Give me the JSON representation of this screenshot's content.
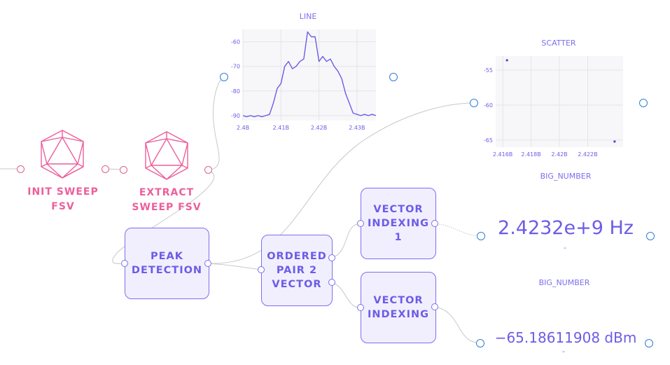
{
  "nodes": {
    "init_sweep": {
      "label": "INIT SWEEP\nFSV"
    },
    "extract_sweep": {
      "label": "EXTRACT\nSWEEP FSV"
    },
    "peak_detection": {
      "label": "PEAK\nDETECTION"
    },
    "ordered_pair": {
      "label": "ORDERED\nPAIR 2\nVECTOR"
    },
    "vector_indexing_1": {
      "label": "VECTOR\nINDEXING\n1"
    },
    "vector_indexing": {
      "label": "VECTOR\nINDEXING"
    }
  },
  "widgets": {
    "big_number_1": {
      "title": "BIG_NUMBER",
      "value": "2.4232e+9 Hz",
      "subtitle": "-"
    },
    "big_number_2": {
      "title": "BIG_NUMBER",
      "value": "−65.18611908 dBm",
      "subtitle": "-"
    }
  },
  "colors": {
    "node_accent": "#7b6ff0",
    "node_fill": "#f1effd",
    "driver_pink": "#ec5f9b",
    "port_blue": "#2e7fd6"
  },
  "chart_data": [
    {
      "type": "line",
      "title": "LINE",
      "xlim": [
        2400000000.0,
        2435000000.0
      ],
      "ylim": [
        -92,
        -55
      ],
      "xticks": [
        2400000000.0,
        2410000000.0,
        2420000000.0,
        2430000000.0
      ],
      "xtick_labels": [
        "2.4B",
        "2.41B",
        "2.42B",
        "2.43B"
      ],
      "yticks": [
        -60,
        -70,
        -80,
        -90
      ],
      "ytick_labels": [
        "-60",
        "-70",
        "-80",
        "-90"
      ],
      "grid": true,
      "x": [
        2400000000.0,
        2401000000.0,
        2402000000.0,
        2403000000.0,
        2404000000.0,
        2405000000.0,
        2406000000.0,
        2407000000.0,
        2408000000.0,
        2409000000.0,
        2410000000.0,
        2411000000.0,
        2412000000.0,
        2413000000.0,
        2414000000.0,
        2415000000.0,
        2416000000.0,
        2417000000.0,
        2418000000.0,
        2419000000.0,
        2420000000.0,
        2421000000.0,
        2422000000.0,
        2423000000.0,
        2424000000.0,
        2425000000.0,
        2426000000.0,
        2427000000.0,
        2428000000.0,
        2429000000.0,
        2430000000.0,
        2431000000.0,
        2432000000.0,
        2433000000.0,
        2434000000.0,
        2435000000.0
      ],
      "y": [
        -90,
        -90.5,
        -90,
        -90.5,
        -90,
        -90.5,
        -90,
        -89.5,
        -85,
        -79,
        -77,
        -70,
        -68,
        -71,
        -70,
        -68,
        -67,
        -56,
        -58,
        -58,
        -68,
        -66,
        -68,
        -67,
        -70,
        -72,
        -75,
        -81,
        -85,
        -89,
        -89.5,
        -90,
        -89.5,
        -90,
        -89.5,
        -90
      ]
    },
    {
      "type": "scatter",
      "title": "SCATTER",
      "xlim": [
        2415500000.0,
        2424500000.0
      ],
      "ylim": [
        -66,
        -53
      ],
      "xticks": [
        2416000000.0,
        2418000000.0,
        2420000000.0,
        2422000000.0
      ],
      "xtick_labels": [
        "2.416B",
        "2.418B",
        "2.42B",
        "2.422B"
      ],
      "yticks": [
        -55,
        -60,
        -65
      ],
      "ytick_labels": [
        "-55",
        "-60",
        "-65"
      ],
      "grid": true,
      "x": [
        2416300000.0,
        2423900000.0
      ],
      "y": [
        -53.6,
        -65.2
      ]
    }
  ]
}
